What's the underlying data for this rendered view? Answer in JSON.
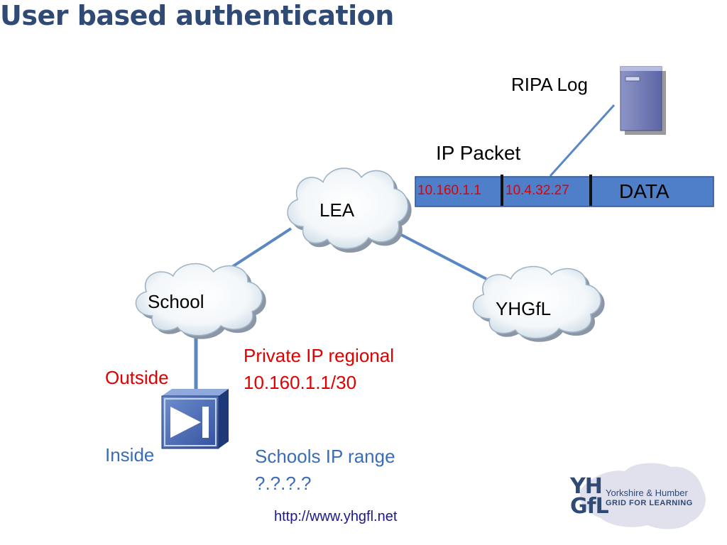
{
  "slide": {
    "title": "User based authentication"
  },
  "diagram": {
    "clouds": {
      "lea": "LEA",
      "school": "School",
      "yhgfl": "YHGfL"
    },
    "ripa_log": "RIPA Log",
    "ip_packet": {
      "title": "IP Packet",
      "source_ip": "10.160.1.1",
      "dest_ip": "10.4.32.27",
      "data_label": "DATA"
    },
    "firewall": {
      "outside_label": "Outside",
      "inside_label": "Inside"
    },
    "private_ip": {
      "line1": "Private IP regional",
      "line2": "10.160.1.1/30"
    },
    "schools_ip": {
      "line1": "Schools IP range",
      "line2": "?.?.?.?"
    }
  },
  "footer": {
    "url": "http://www.yhgfl.net",
    "logo": {
      "mark_top": "YH",
      "mark_bottom": "GfL",
      "line1": "Yorkshire & Humber",
      "line2": "GRID FOR LEARNING"
    }
  },
  "colors": {
    "title": "#2f4a74",
    "packet_fill": "#4f7fc8",
    "red_text": "#e00000",
    "blue_text": "#3a6db7",
    "link_line": "#5b87c5"
  }
}
